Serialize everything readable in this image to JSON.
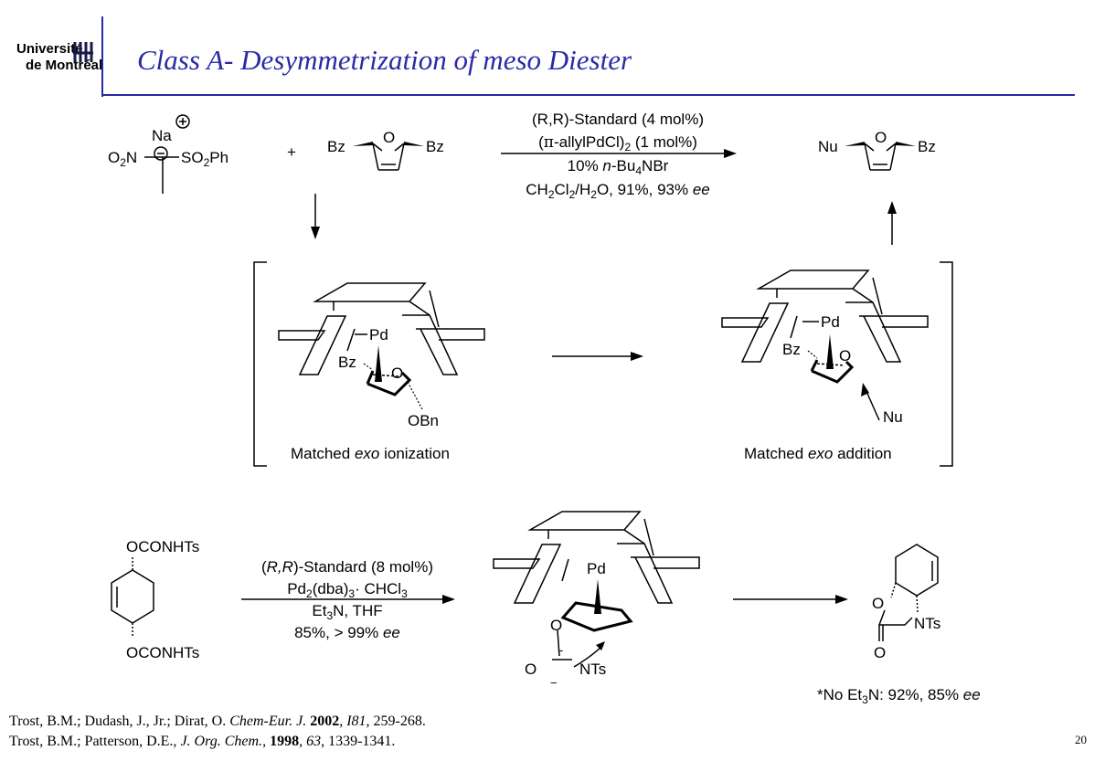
{
  "header": {
    "university_line1": "Université",
    "university_line2": "de Montréal",
    "title": "Class A- Desymmetrization of meso Diester",
    "accent_color": "#2a2aa6"
  },
  "scheme1": {
    "reagent_labels": {
      "na": "Na",
      "plus": "⊕",
      "minus": "⊖",
      "o2n": "O2N",
      "so2ph": "SO2Ph",
      "plus_sign": "+"
    },
    "substrate_labels": {
      "bz_left": "Bz",
      "o": "O",
      "bz_right": "Bz"
    },
    "conditions": [
      "(R,R)-Standard (4 mol%)",
      "(π-allylPdCl)2 (1 mol%)",
      "10% n-Bu4NBr",
      "CH2Cl2/H2O, 91%, 93% ee"
    ],
    "product_labels": {
      "nu": "Nu",
      "o": "O",
      "bz": "Bz"
    }
  },
  "intermediates": {
    "left": {
      "pd": "Pd",
      "bz": "Bz",
      "o": "O",
      "obn": "OBn",
      "caption_pre": "Matched ",
      "caption_em": "exo",
      "caption_post": " ionization"
    },
    "right": {
      "pd": "Pd",
      "bz": "Bz",
      "o": "O",
      "nu": "Nu",
      "caption_pre": "Matched ",
      "caption_em": "exo",
      "caption_post": " addition"
    }
  },
  "scheme2": {
    "substrate_labels": {
      "top": "OCONHTs",
      "bottom": "OCONHTs"
    },
    "conditions": [
      "(R,R)-Standard (8 mol%)",
      "Pd2(dba)3· CHCl3",
      "Et3N, THF",
      "85%, > 99% ee"
    ],
    "intermediate_labels": {
      "pd": "Pd",
      "o_top": "O",
      "o_left": "O",
      "nts": "NTs",
      "minus_top": "-",
      "minus_bottom": "−"
    },
    "product_labels": {
      "o_ring": "O",
      "nts": "NTs",
      "o_carbonyl": "O"
    },
    "note": "*No Et3N: 92%, 85% ee"
  },
  "references": [
    "Trost, B.M.; Dudash, J., Jr.; Dirat, O. Chem-Eur. J. 2002, I81, 259-268.",
    "Trost, B.M.; Patterson, D.E., J. Org. Chem., 1998, 63, 1339-1341."
  ],
  "page_number": "20"
}
